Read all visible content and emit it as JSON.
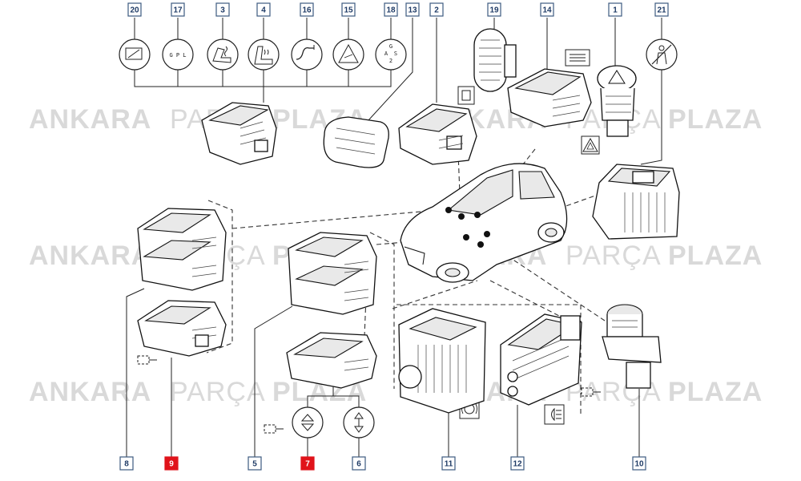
{
  "watermark": {
    "bold_a": "ANKARA",
    "light": "PARÇA",
    "bold_b": "PLAZA"
  },
  "callouts": [
    {
      "id": "c20",
      "text": "20",
      "highlight": false
    },
    {
      "id": "c17",
      "text": "17",
      "highlight": false
    },
    {
      "id": "c3",
      "text": "3",
      "highlight": false
    },
    {
      "id": "c4",
      "text": "4",
      "highlight": false
    },
    {
      "id": "c16",
      "text": "16",
      "highlight": false
    },
    {
      "id": "c15",
      "text": "15",
      "highlight": false
    },
    {
      "id": "c18",
      "text": "18",
      "highlight": false
    },
    {
      "id": "c13",
      "text": "13",
      "highlight": false
    },
    {
      "id": "c2",
      "text": "2",
      "highlight": false
    },
    {
      "id": "c19",
      "text": "19",
      "highlight": false
    },
    {
      "id": "c14",
      "text": "14",
      "highlight": false
    },
    {
      "id": "c1",
      "text": "1",
      "highlight": false
    },
    {
      "id": "c21",
      "text": "21",
      "highlight": false
    },
    {
      "id": "c8",
      "text": "8",
      "highlight": false
    },
    {
      "id": "c9",
      "text": "9",
      "highlight": true
    },
    {
      "id": "c5",
      "text": "5",
      "highlight": false
    },
    {
      "id": "c7",
      "text": "7",
      "highlight": true
    },
    {
      "id": "c6",
      "text": "6",
      "highlight": false
    },
    {
      "id": "c11",
      "text": "11",
      "highlight": false
    },
    {
      "id": "c12",
      "text": "12",
      "highlight": false
    },
    {
      "id": "c10",
      "text": "10",
      "highlight": false
    }
  ],
  "icon_text": {
    "gpl": "G P L",
    "gas_g": "G",
    "gas_a": "A",
    "gas_s": "S",
    "gas_2": "2"
  },
  "colors": {
    "highlight": "#e0131a",
    "label_text": "#1f3b66",
    "watermark": "#d9d9d9"
  }
}
